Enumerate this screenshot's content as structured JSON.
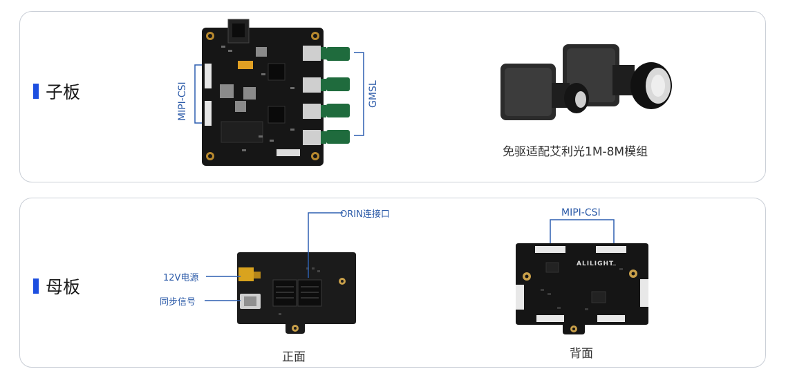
{
  "top_section": {
    "title": "子板",
    "left_connector_label": "MIPI-CSI",
    "right_connector_label": "GMSL",
    "camera_caption": "免驱适配艾利光1M-8M模组"
  },
  "bottom_section": {
    "title": "母板",
    "power_label": "12V电源",
    "sync_label": "同步信号",
    "orin_label": "ORIN连接口",
    "front_caption": "正面",
    "back_mipi_label": "MIPI-CSI",
    "back_caption": "背面",
    "logo_text": "ALILIGHT"
  },
  "colors": {
    "accent": "#1d4fe0",
    "label_blue": "#2b5aa8",
    "line_blue": "#2d5fb0",
    "pcb": "#161616",
    "connector_green": "#1f6b3d"
  }
}
